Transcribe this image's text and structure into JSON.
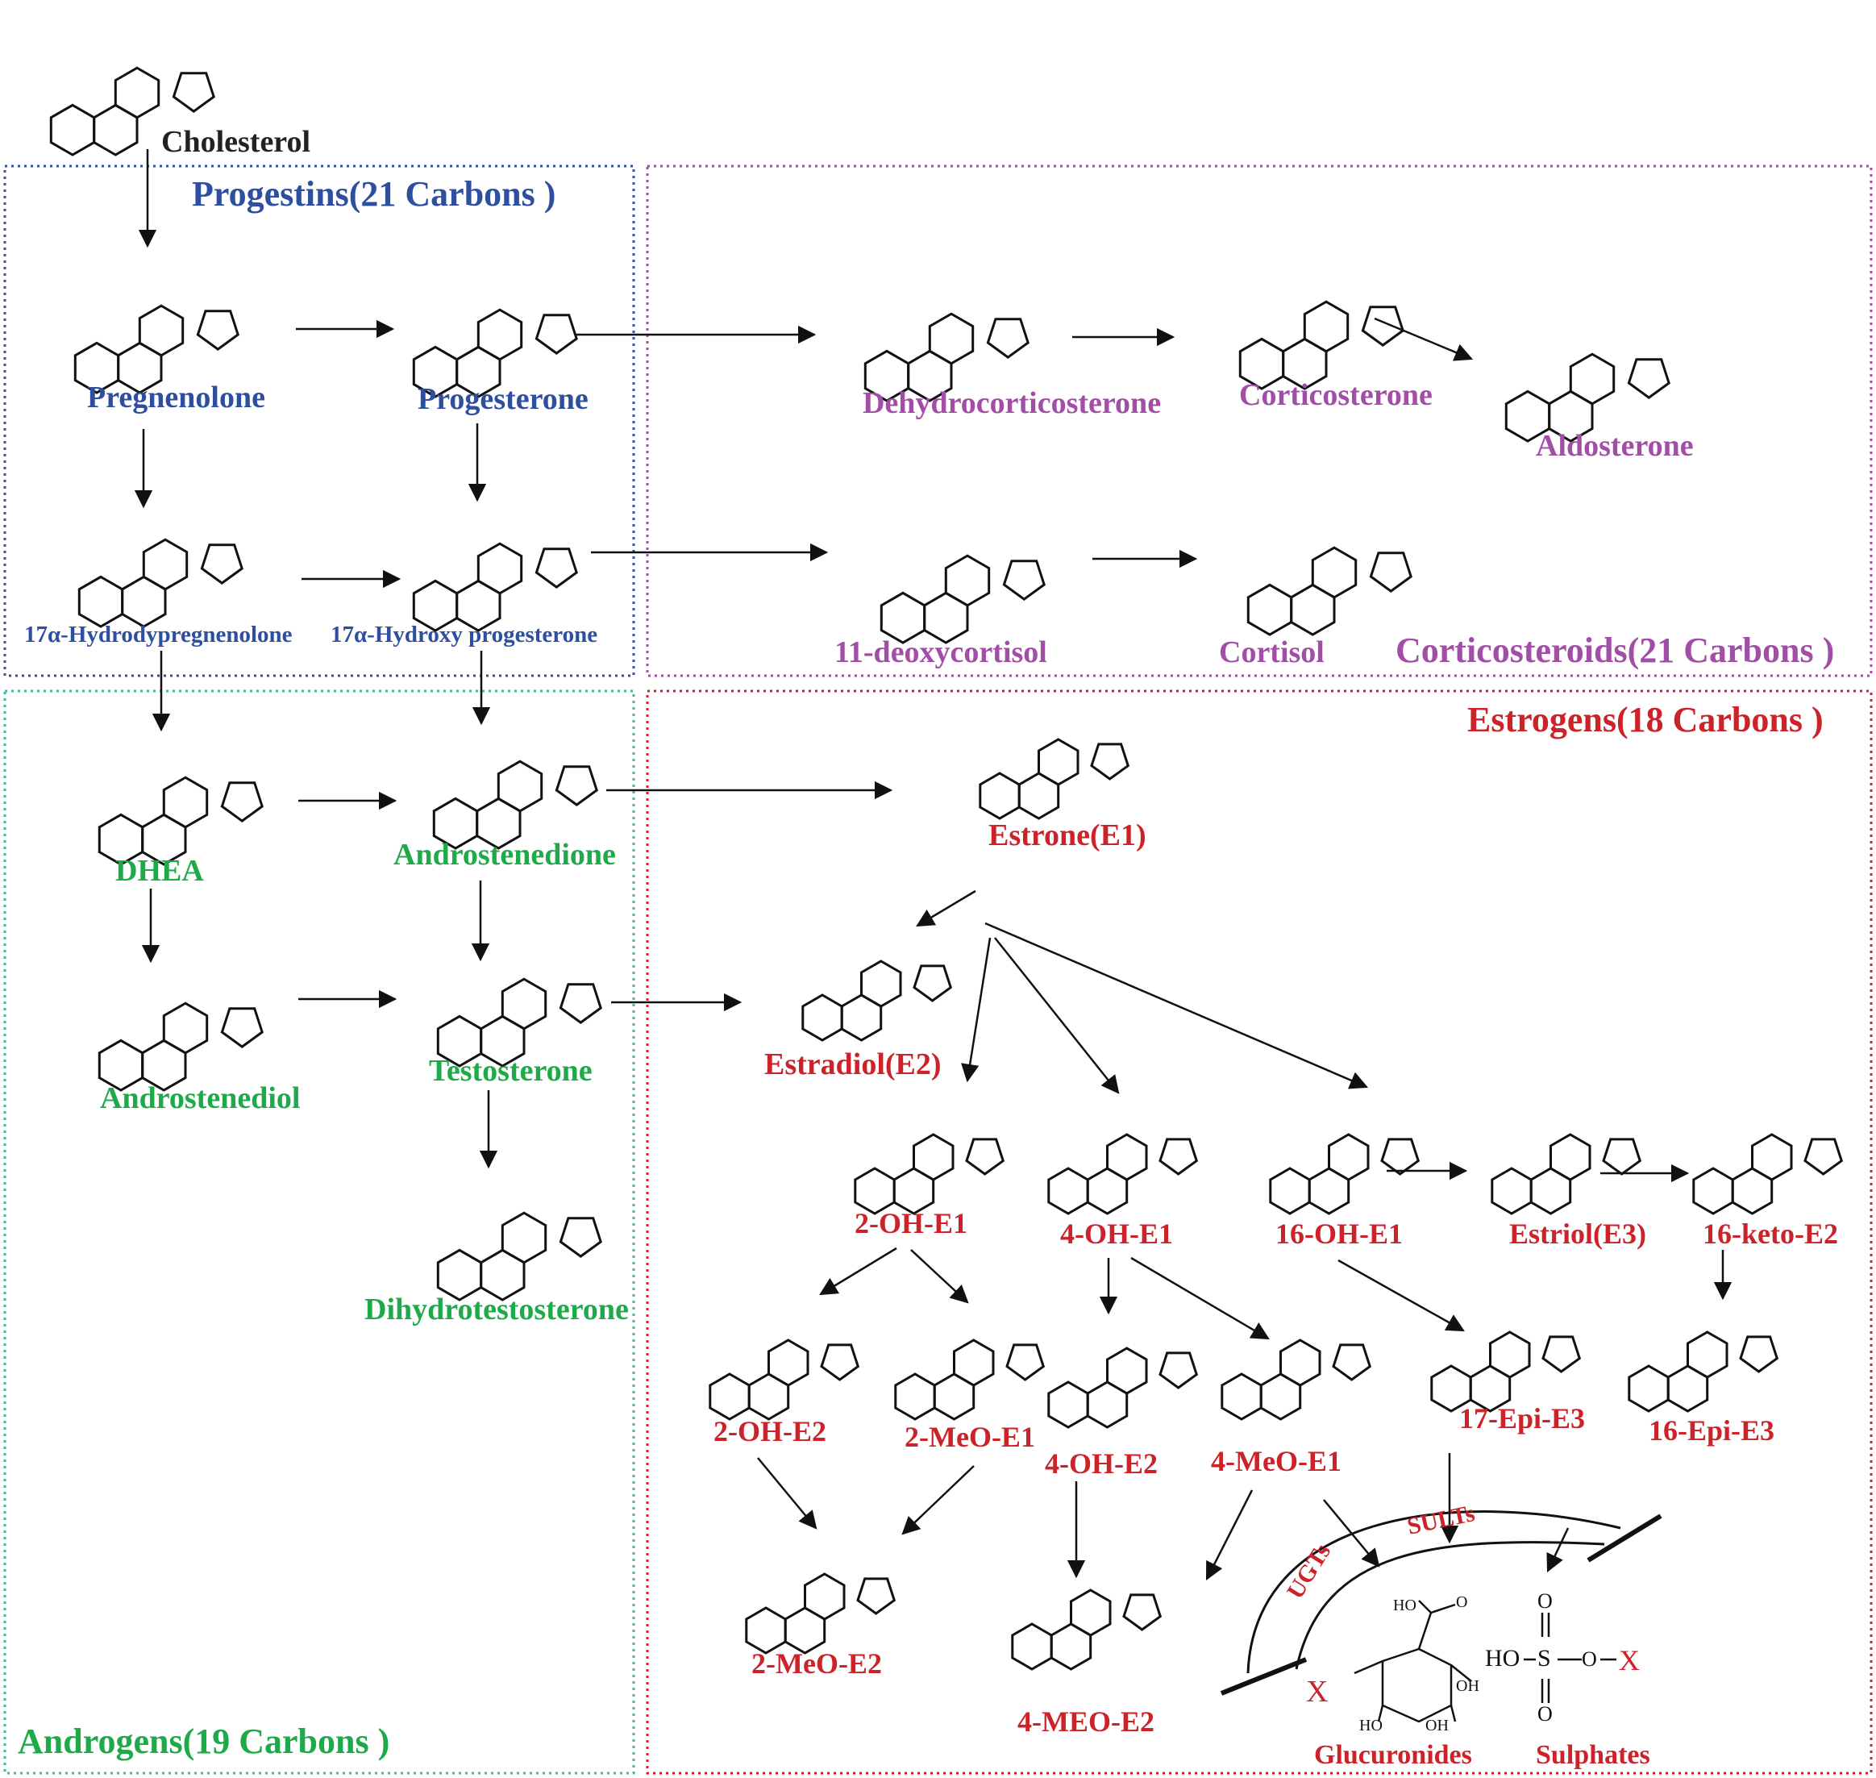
{
  "colors": {
    "progestins": "#2e4fa0",
    "corticosteroids": "#a24ea6",
    "androgens": "#1faa4a",
    "estrogens": "#cc2229",
    "neutral": "#222222"
  },
  "regions": {
    "progestins": "Progestins(21 Carbons )",
    "corticosteroids": "Corticosteroids(21 Carbons )",
    "androgens": "Androgens(19 Carbons )",
    "estrogens": "Estrogens(18 Carbons )"
  },
  "compounds": {
    "cholesterol": "Cholesterol",
    "pregnenolone": "Pregnenolone",
    "progesterone": "Progesterone",
    "dehydrocorticosterone": "Dehydrocorticosterone",
    "corticosterone": "Corticosterone",
    "aldosterone": "Aldosterone",
    "hydroxypregnenolone": "17α-Hydrodypregnenolone",
    "hydroxyprogesterone": "17α-Hydroxy progesterone",
    "deoxycortisol": "11-deoxycortisol",
    "cortisol": "Cortisol",
    "dhea": "DHEA",
    "androstenedione": "Androstenedione",
    "androstenediol": "Androstenediol",
    "testosterone": "Testosterone",
    "dht": "Dihydrotestosterone",
    "estrone": "Estrone(E1)",
    "estradiol": "Estradiol(E2)",
    "oh2e1": "2-OH-E1",
    "oh4e1": "4-OH-E1",
    "oh16e1": "16-OH-E1",
    "estriol": "Estriol(E3)",
    "keto16e2": "16-keto-E2",
    "oh2e2": "2-OH-E2",
    "meo2e1": "2-MeO-E1",
    "oh4e2": "4-OH-E2",
    "meo4e1": "4-MeO-E1",
    "epi17e3": "17-Epi-E3",
    "epi16e3": "16-Epi-E3",
    "meo2e2": "2-MeO-E2",
    "meo4e2": "4-MEO-E2",
    "glucuronides": "Glucuronides",
    "sulphates": "Sulphates"
  },
  "enzymes": {
    "ugts": "UGTs",
    "sults": "SULTs"
  },
  "groups": {
    "ho": "HO",
    "oh": "OH",
    "o": "O",
    "x": "X",
    "s": "S"
  }
}
